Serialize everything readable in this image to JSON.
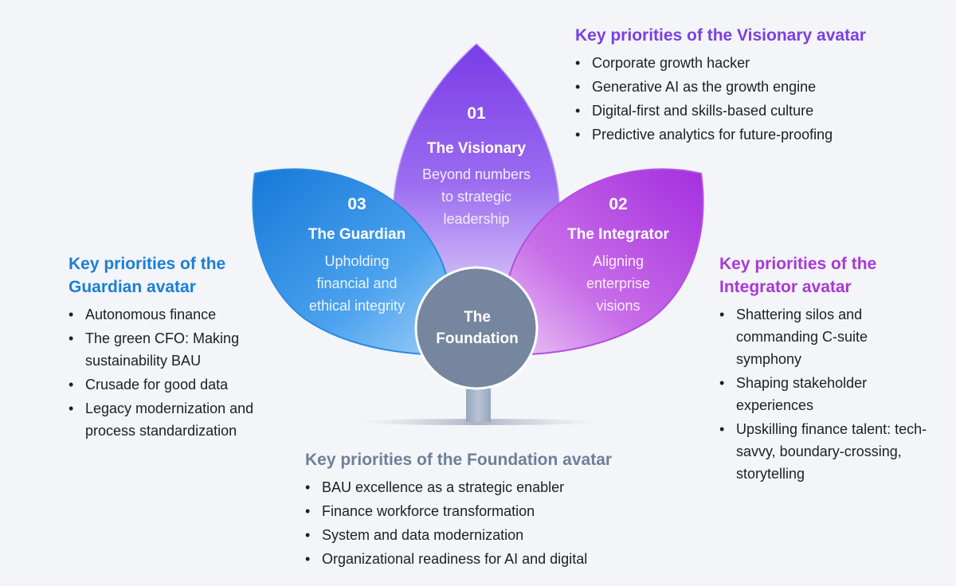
{
  "petals": {
    "visionary": {
      "number": "01",
      "title": "The Visionary",
      "lines": [
        "Beyond numbers",
        "to strategic",
        "leadership"
      ]
    },
    "integrator": {
      "number": "02",
      "title": "The Integrator",
      "lines": [
        "Aligning",
        "enterprise",
        "visions"
      ]
    },
    "guardian": {
      "number": "03",
      "title": "The Guardian",
      "lines": [
        "Upholding",
        "financial and",
        "ethical integrity"
      ]
    },
    "foundation": {
      "lines": [
        "The",
        "Foundation"
      ]
    }
  },
  "panels": {
    "visionary": {
      "title": "Key priorities of the Visionary avatar",
      "items": [
        "Corporate growth hacker",
        "Generative AI as the growth engine",
        "Digital-first and skills-based culture",
        "Predictive analytics for future-proofing"
      ]
    },
    "guardian": {
      "title": "Key priorities of the Guardian avatar",
      "items": [
        "Autonomous finance",
        "The green CFO: Making sustainability BAU",
        "Crusade for good data",
        "Legacy modernization and process standardization"
      ]
    },
    "integrator": {
      "title": "Key priorities of the Integrator avatar",
      "items": [
        "Shattering silos and commanding C-suite symphony",
        "Shaping stakeholder experiences",
        "Upskilling finance talent: tech-savvy, boundary-crossing, storytelling"
      ]
    },
    "foundation": {
      "title": "Key priorities of the Foundation avatar",
      "items": [
        "BAU excellence as a strategic enabler",
        "Finance workforce transformation",
        "System and data modernization",
        "Organizational readiness for AI and digital"
      ]
    }
  },
  "colors": {
    "background": "#f3f5f8",
    "visionary_accent": "#7b3fe4",
    "guardian_accent": "#1a7fd6",
    "integrator_accent": "#a838d6",
    "foundation_accent": "#6e7f99"
  }
}
